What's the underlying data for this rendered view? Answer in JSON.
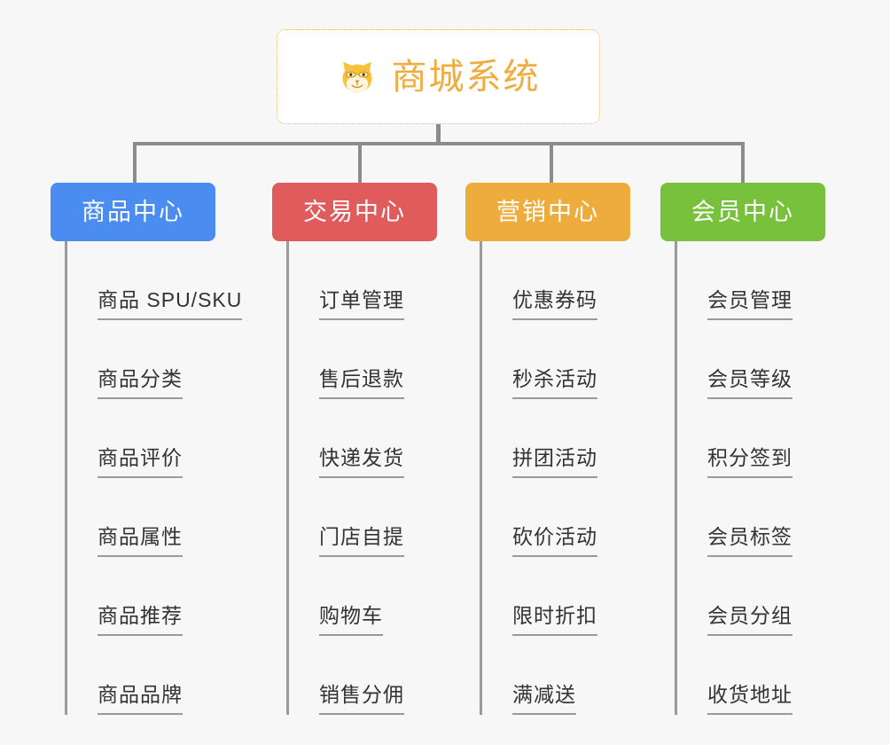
{
  "page": {
    "background_color": "#f7f7f7",
    "type": "mindmap"
  },
  "root": {
    "title": "商城系统",
    "icon": "shiba-dog-face-icon",
    "text_color": "#f0ad3f",
    "border_color": "#e8b863",
    "background_color": "#ffffff"
  },
  "branches": [
    {
      "label": "商品中心",
      "color": "#4a8cf0",
      "items": [
        {
          "label": "商品 SPU/SKU"
        },
        {
          "label": "商品分类"
        },
        {
          "label": "商品评价"
        },
        {
          "label": "商品属性"
        },
        {
          "label": "商品推荐"
        },
        {
          "label": "商品品牌"
        }
      ]
    },
    {
      "label": "交易中心",
      "color": "#e05c5c",
      "items": [
        {
          "label": "订单管理"
        },
        {
          "label": "售后退款"
        },
        {
          "label": "快递发货"
        },
        {
          "label": "门店自提"
        },
        {
          "label": "购物车"
        },
        {
          "label": "销售分佣"
        }
      ]
    },
    {
      "label": "营销中心",
      "color": "#eeac3c",
      "items": [
        {
          "label": "优惠券码"
        },
        {
          "label": "秒杀活动"
        },
        {
          "label": "拼团活动"
        },
        {
          "label": "砍价活动"
        },
        {
          "label": "限时折扣"
        },
        {
          "label": "满减送"
        }
      ]
    },
    {
      "label": "会员中心",
      "color": "#78c13c",
      "items": [
        {
          "label": "会员管理"
        },
        {
          "label": "会员等级"
        },
        {
          "label": "积分签到"
        },
        {
          "label": "会员标签"
        },
        {
          "label": "会员分组"
        },
        {
          "label": "收货地址"
        }
      ]
    }
  ],
  "connector": {
    "color": "#8c8c8c"
  }
}
